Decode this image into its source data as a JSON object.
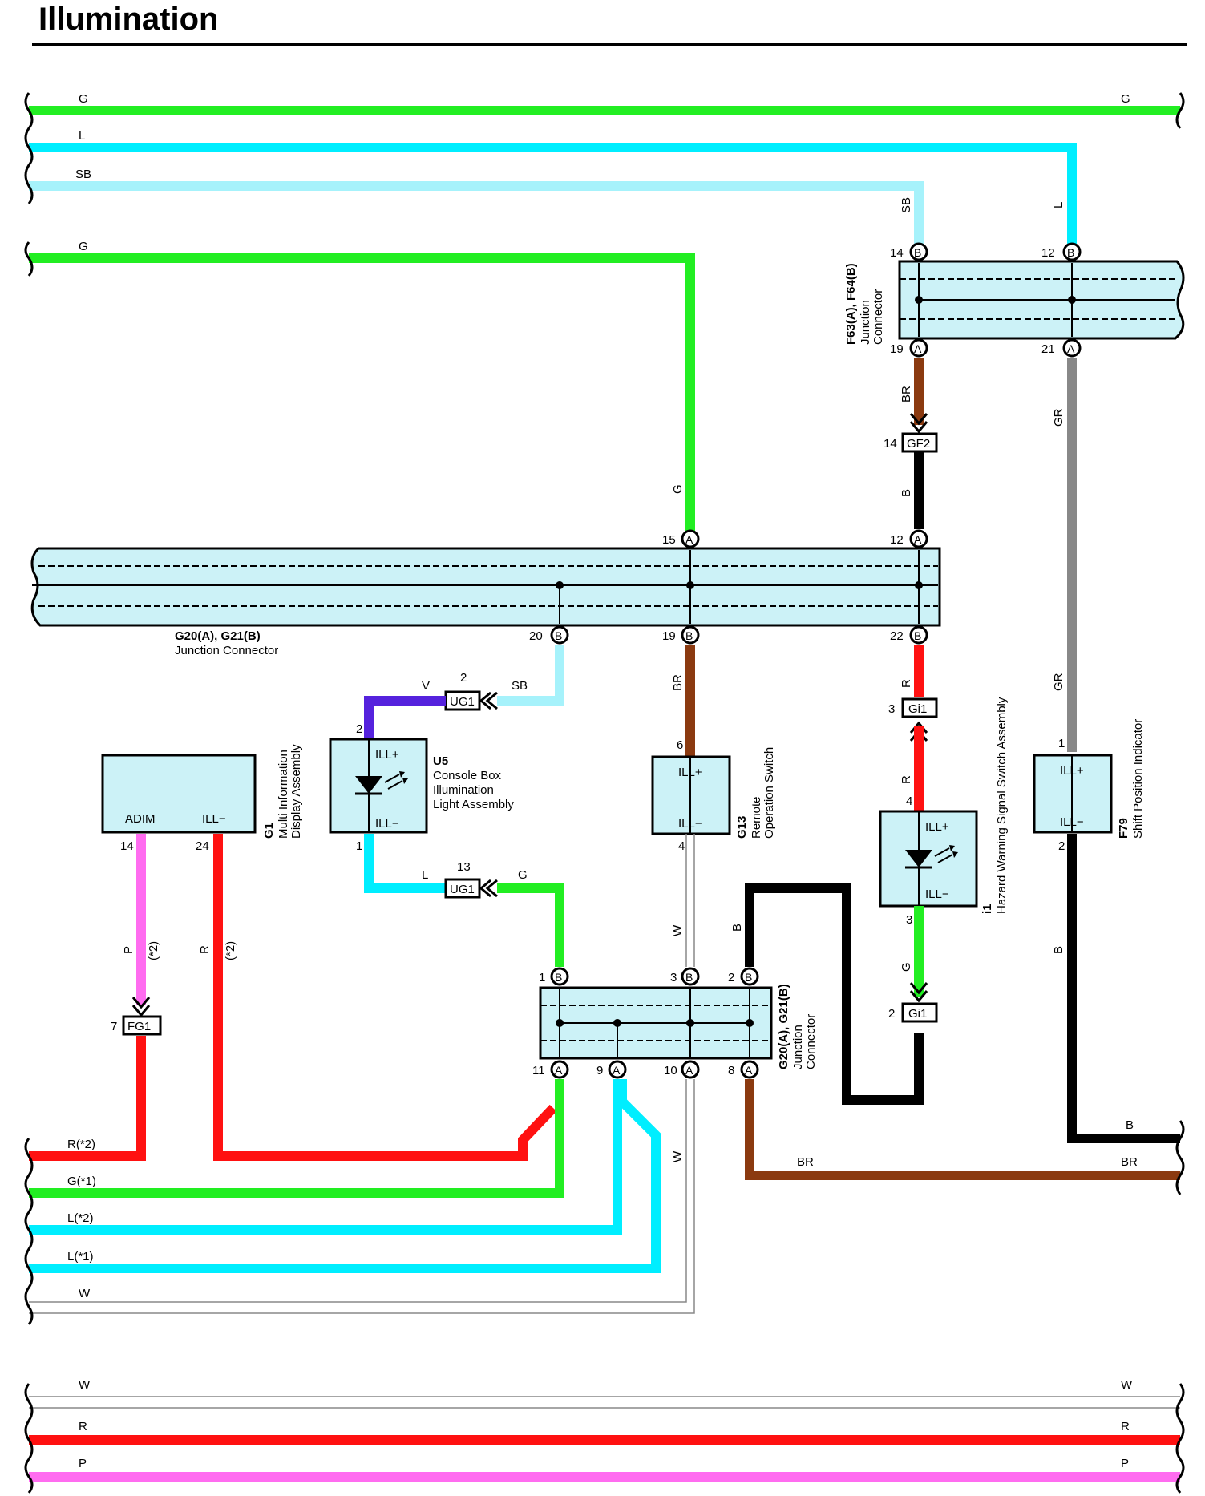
{
  "title": "Illumination",
  "colors": {
    "G": "#22ee22",
    "L": "#00eeff",
    "SB": "#a6f2fb",
    "BR": "#8b3a10",
    "B": "#000000",
    "GR": "#888888",
    "R": "#ff1111",
    "P": "#ff6cf0",
    "V": "#5522dd",
    "W": "#ffffff",
    "connector_fill": "#ccf2f7"
  },
  "wires": {
    "top_g": "G",
    "top_g_right": "G",
    "top_l": "L",
    "top_sb": "SB",
    "top_g2": "G",
    "drop_sb": "SB",
    "drop_l": "L",
    "f63_br": "BR",
    "f63_gr": "GR",
    "gf2_b": "B",
    "g20_g": "G",
    "g21_br": "BR",
    "g21_r": "R",
    "g21_sb": "SB",
    "u5_v": "V",
    "u5_l": "L",
    "ug1_g": "G",
    "g13_w": "W",
    "g13_w2": "W",
    "g_b": "B",
    "gi1_r_top": "R",
    "gi1_r": "R",
    "i1_g": "G",
    "f79_gr": "GR",
    "f79_b": "B",
    "g1_p": "P",
    "g1_p_note": "(*2)",
    "g1_r": "R",
    "g1_r_note": "(*2)",
    "out_r": "R(*2)",
    "out_g": "G(*1)",
    "out_l2": "L(*2)",
    "out_l1": "L(*1)",
    "out_w": "W",
    "right_b": "B",
    "right_br": "BR",
    "mid_br": "BR",
    "bottom_w": "W",
    "bottom_w_right": "W",
    "bottom_r": "R",
    "bottom_r_right": "R",
    "bottom_p": "P",
    "bottom_p_right": "P"
  },
  "connectors": {
    "f63": {
      "code": "F63(A), F64(B)",
      "line1": "Junction",
      "line2": "Connector",
      "pins": {
        "b14": "14",
        "b12": "12",
        "a19": "19",
        "a21": "21"
      },
      "letters": {
        "b": "B",
        "a": "A"
      }
    },
    "g20_top": {
      "code": "G20(A), G21(B)",
      "line1": "Junction Connector",
      "pins": {
        "a15": "15",
        "a12": "12",
        "b20": "20",
        "b19": "19",
        "b22": "22"
      }
    },
    "g20_bottom": {
      "code": "G20(A), G21(B)",
      "line1": "Junction",
      "line2": "Connector",
      "pins": {
        "b1": "1",
        "b3": "3",
        "b2": "2",
        "a11": "11",
        "a9": "9",
        "a10": "10",
        "a8": "8"
      }
    },
    "gf2": {
      "label": "GF2",
      "pin": "14"
    },
    "ug1_top": {
      "label": "UG1",
      "pin": "2"
    },
    "ug1_bottom": {
      "label": "UG1",
      "pin": "13"
    },
    "gi1_top": {
      "label": "Gi1",
      "pin": "3"
    },
    "gi1_bottom": {
      "label": "Gi1",
      "pin": "2"
    },
    "fg1": {
      "label": "FG1",
      "pin": "7"
    }
  },
  "components": {
    "u5": {
      "code": "U5",
      "name1": "Console Box",
      "name2": "Illumination",
      "name3": "Light Assembly",
      "term_top": "ILL+",
      "term_bottom": "ILL−",
      "pin_top": "2",
      "pin_bottom": "1"
    },
    "g13": {
      "code": "G13",
      "name1": "Remote",
      "name2": "Operation Switch",
      "term_top": "ILL+",
      "term_bottom": "ILL−",
      "pin_top": "6",
      "pin_bottom": "4"
    },
    "i1": {
      "code": "i1",
      "name1": "Hazard Warning Signal Switch Assembly",
      "term_top": "ILL+",
      "term_bottom": "ILL−",
      "pin_top": "4",
      "pin_bottom": "3"
    },
    "f79": {
      "code": "F79",
      "name1": "Shift Position Indicator",
      "term_top": "ILL+",
      "term_bottom": "ILL−",
      "pin_top": "1",
      "pin_bottom": "2"
    },
    "g1": {
      "code": "G1",
      "name1": "Multi Information",
      "name2": "Display Assembly",
      "term_left": "ADIM",
      "term_right": "ILL−",
      "pin_left": "14",
      "pin_right": "24"
    }
  }
}
